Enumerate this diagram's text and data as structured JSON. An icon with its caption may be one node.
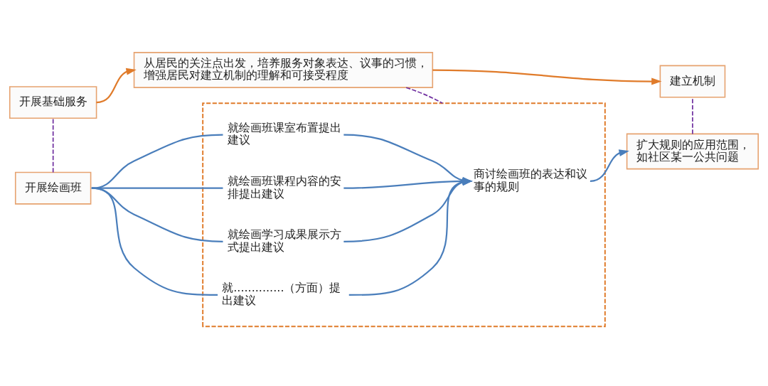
{
  "diagram": {
    "nodes": [
      {
        "text": [
          "开展基础服务"
        ]
      },
      {
        "text": [
          "从居民的关注点出发，培养服务对象表达、议事的习惯，增强居民对建立机制的理解和可接受程度"
        ]
      },
      {
        "text": [
          "建立机制"
        ]
      },
      {
        "text": [
          "开展绘画班"
        ]
      },
      {
        "text": [],
        "shape": "box"
      },
      {
        "text": [
          "就绘画班课室布置提出建议"
        ],
        "in": 4
      },
      {
        "text": [
          "就绘画班课程内容的安排提出建议"
        ],
        "in": 4
      },
      {
        "text": [
          "就绘画学习成果展示方式提出建议"
        ],
        "in": 4
      },
      {
        "text": [
          "就..............（方面）提出建议"
        ],
        "in": 4
      },
      {
        "text": [
          "商讨绘画班的表达和议事的规则"
        ],
        "in": 4
      },
      {
        "text": [
          "扩大规则的应用范围，如社区某一公共问题"
        ]
      }
    ],
    "edges": [
      {
        "from": 0,
        "to": 1,
        "arrow": "to",
        "color": "#e07b2a"
      },
      {
        "from": 1,
        "to": 2,
        "arrow": "to",
        "color": "#e07b2a"
      },
      {
        "from": 0,
        "to": 3,
        "arrow": "none",
        "style": "dashed",
        "color": "#7030a0"
      },
      {
        "from": 1,
        "to": 4,
        "arrow": "none",
        "style": "dashed",
        "color": "#7030a0"
      },
      {
        "from": 2,
        "to": 10,
        "arrow": "none",
        "style": "dashed",
        "color": "#7030a0"
      },
      {
        "from": 3,
        "to": 5,
        "arrow": "none"
      },
      {
        "from": 3,
        "to": 6,
        "arrow": "none"
      },
      {
        "from": 3,
        "to": 7,
        "arrow": "none"
      },
      {
        "from": 3,
        "to": 8,
        "arrow": "none"
      },
      {
        "from": 5,
        "to": 9,
        "arrow": "to"
      },
      {
        "from": 6,
        "to": 9,
        "arrow": "to"
      },
      {
        "from": 7,
        "to": 9,
        "arrow": "to"
      },
      {
        "from": 8,
        "to": 9,
        "arrow": "to"
      },
      {
        "from": 9,
        "to": 10,
        "arrow": "to"
      }
    ]
  }
}
